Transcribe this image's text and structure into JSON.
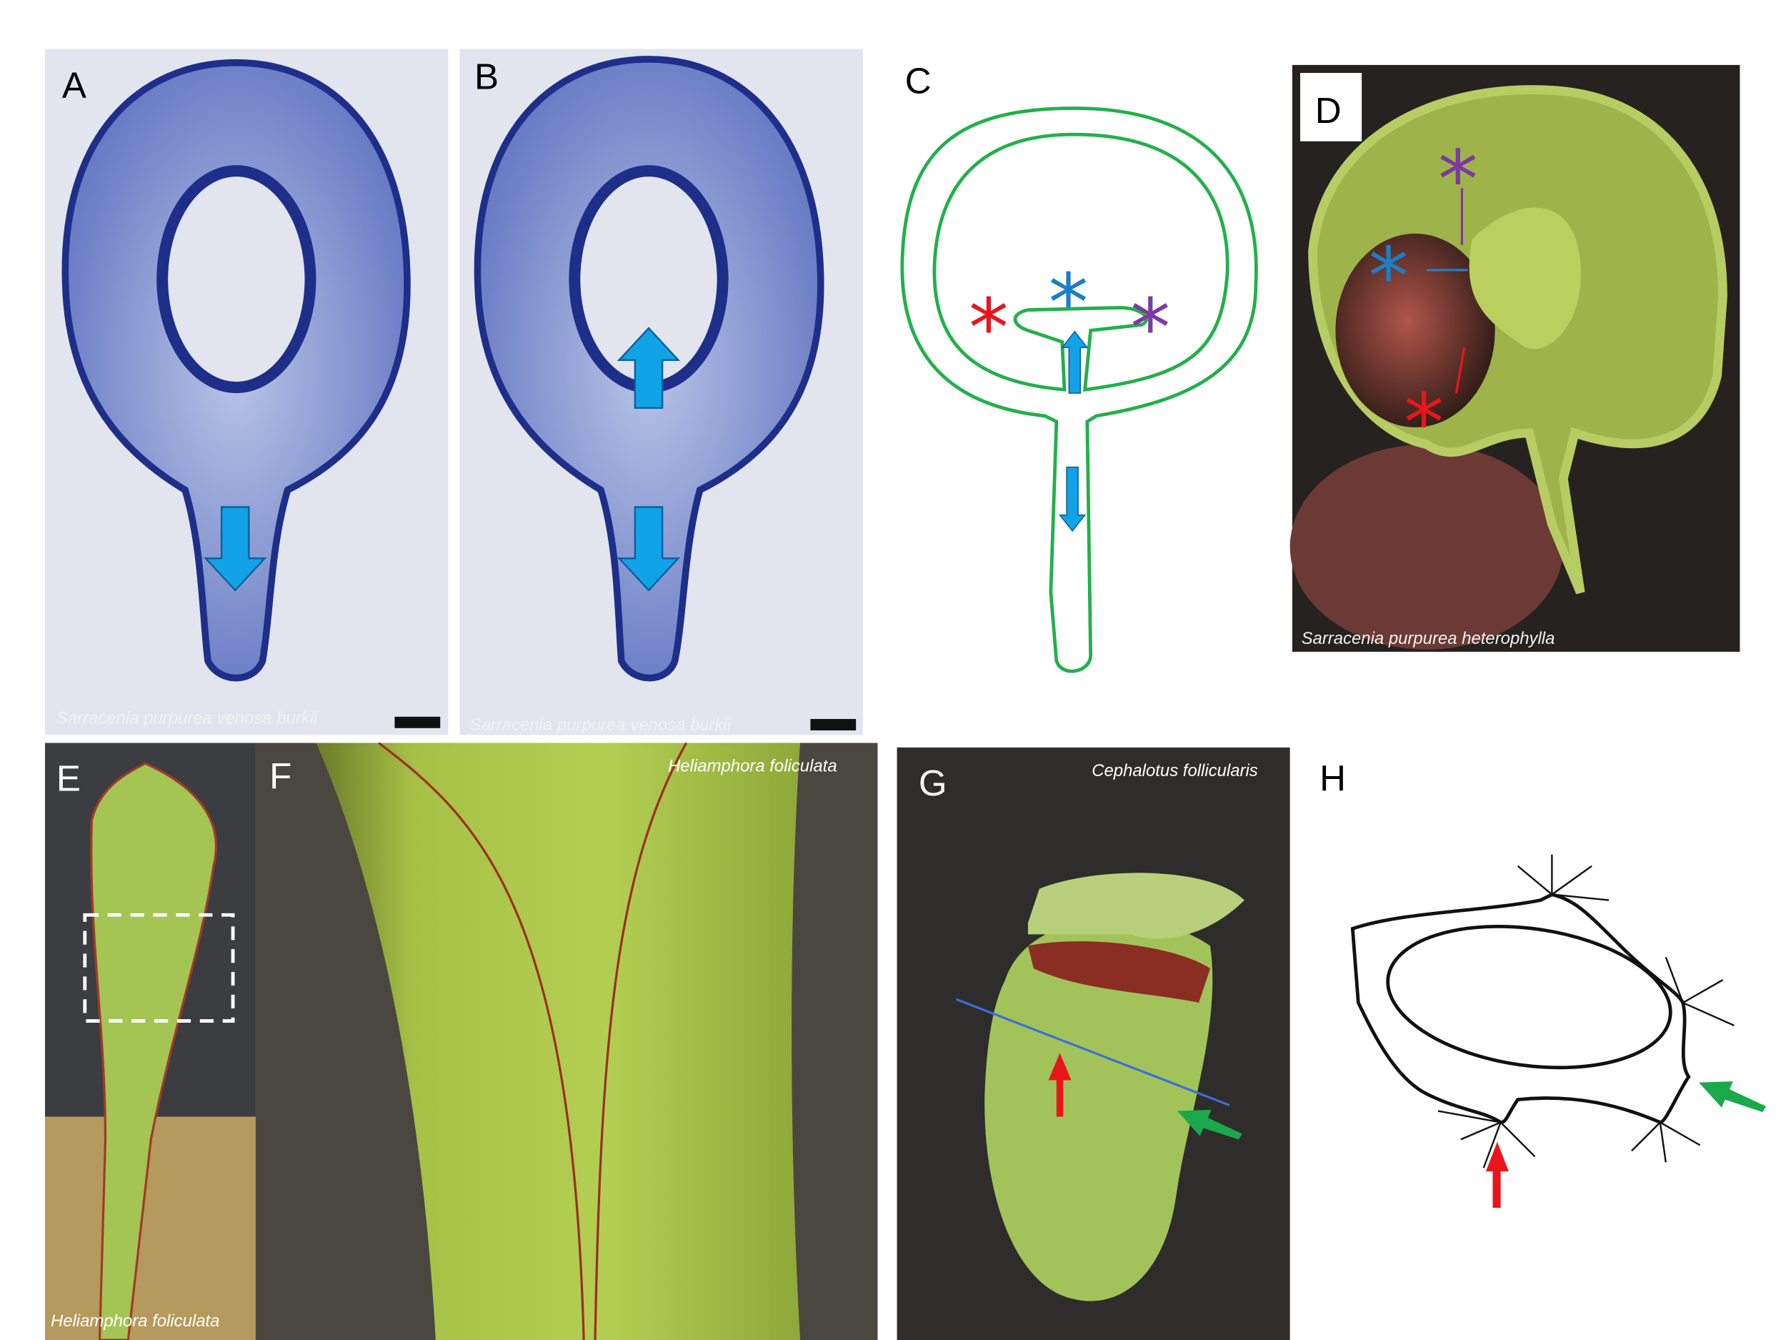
{
  "panels": {
    "A": {
      "label": "A",
      "caption": "Sarracenia purpurea venosa burkii"
    },
    "B": {
      "label": "B",
      "caption": "Sarracenia purpurea venosa burkii"
    },
    "C": {
      "label": "C"
    },
    "D": {
      "label": "D",
      "caption": "Sarracenia purpurea heterophylla"
    },
    "E": {
      "label": "E",
      "caption": "Heliamphora foliculata"
    },
    "F": {
      "label": "F",
      "caption": "Heliamphora foliculata"
    },
    "G": {
      "label": "G",
      "caption": "Cephalotus follicularis"
    },
    "H": {
      "label": "H"
    }
  },
  "colors": {
    "arrow_blue": "#12a3e6",
    "star_red": "#e8161b",
    "star_blue": "#1c7fc6",
    "star_purple": "#7b3aa0",
    "outline_green": "#22b04b",
    "arrow_green": "#1aa84a"
  }
}
